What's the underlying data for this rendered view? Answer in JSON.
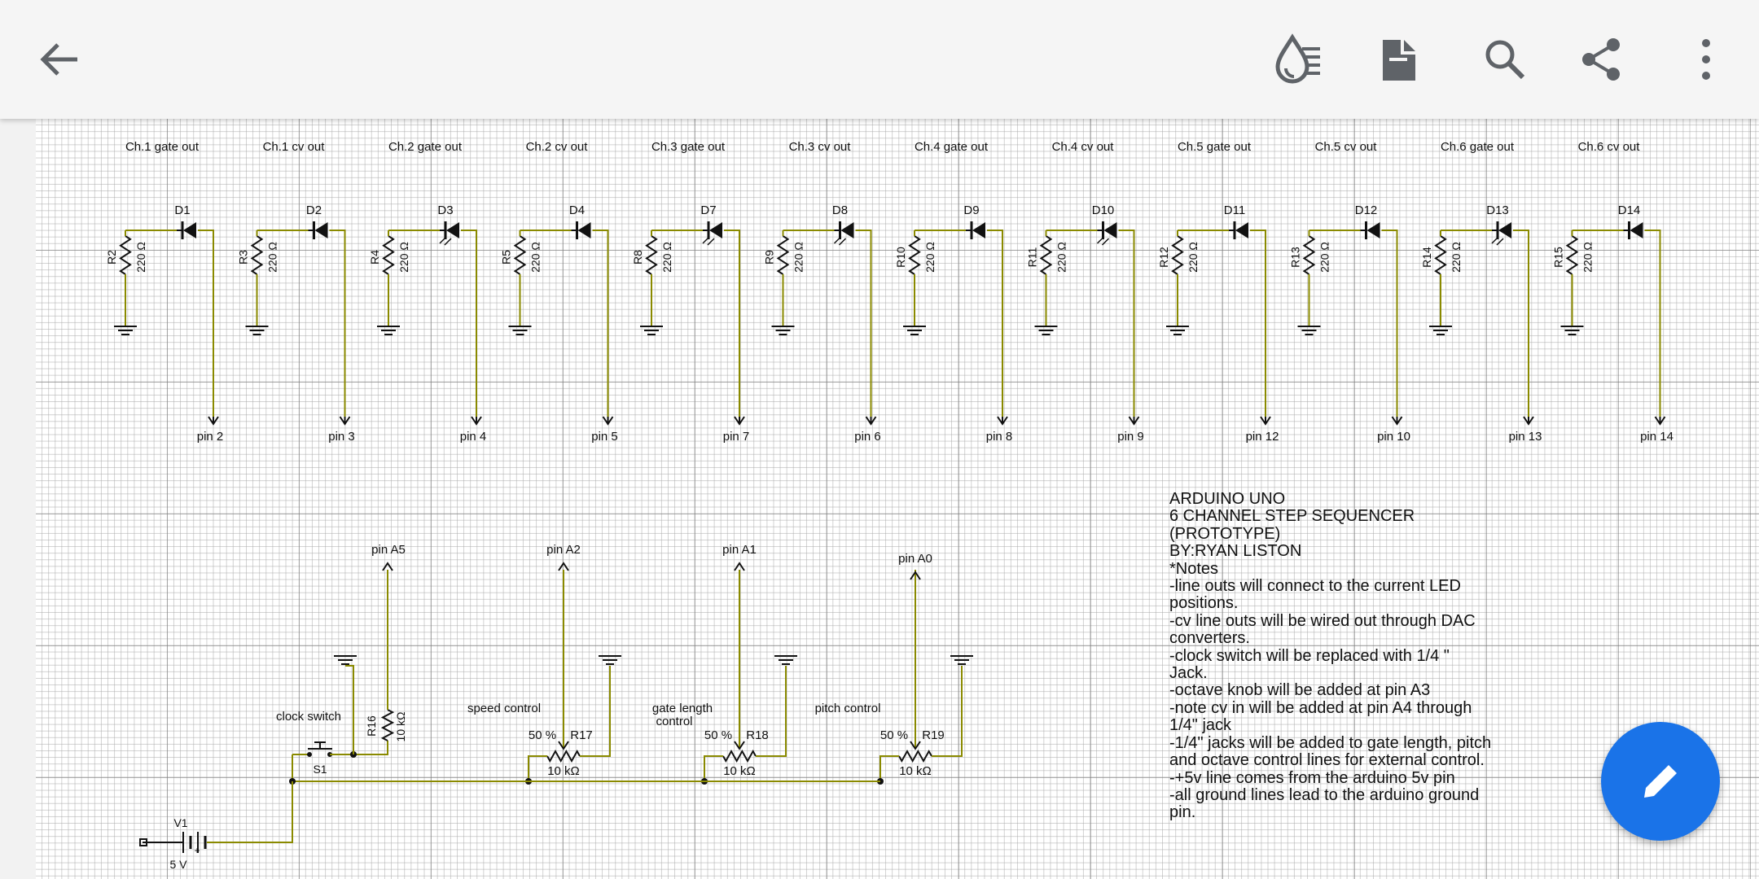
{
  "appbar": {
    "icons": [
      "back-arrow-icon",
      "drop-layers-icon",
      "document-fold-icon",
      "search-icon",
      "share-icon",
      "more-vert-icon"
    ]
  },
  "channels": [
    {
      "header": "Ch.1 gate out",
      "ref": "R2",
      "value": "220 Ω",
      "diode": "D1",
      "pin": "pin 2",
      "led": false
    },
    {
      "header": "Ch.1 cv out",
      "ref": "R3",
      "value": "220 Ω",
      "diode": "D2",
      "pin": "pin 3",
      "led": false
    },
    {
      "header": "Ch.2 gate out",
      "ref": "R4",
      "value": "220 Ω",
      "diode": "D3",
      "pin": "pin 4",
      "led": true
    },
    {
      "header": "Ch.2 cv out",
      "ref": "R5",
      "value": "220 Ω",
      "diode": "D4",
      "pin": "pin 5",
      "led": false
    },
    {
      "header": "Ch.3 gate out",
      "ref": "R8",
      "value": "220 Ω",
      "diode": "D7",
      "pin": "pin 7",
      "led": true
    },
    {
      "header": "Ch.3 cv out",
      "ref": "R9",
      "value": "220 Ω",
      "diode": "D8",
      "pin": "pin 6",
      "led": true
    },
    {
      "header": "Ch.4 gate out",
      "ref": "R10",
      "value": "220 Ω",
      "diode": "D9",
      "pin": "pin 8",
      "led": false
    },
    {
      "header": "Ch.4 cv out",
      "ref": "R11",
      "value": "220 Ω",
      "diode": "D10",
      "pin": "pin 9",
      "led": true
    },
    {
      "header": "Ch.5 gate out",
      "ref": "R12",
      "value": "220 Ω",
      "diode": "D11",
      "pin": "pin 12",
      "led": false
    },
    {
      "header": "Ch.5 cv out",
      "ref": "R13",
      "value": "220 Ω",
      "diode": "D12",
      "pin": "pin 10",
      "led": false
    },
    {
      "header": "Ch.6 gate out",
      "ref": "R14",
      "value": "220 Ω",
      "diode": "D13",
      "pin": "pin 13",
      "led": true
    },
    {
      "header": "Ch.6 cv out",
      "ref": "R15",
      "value": "220 Ω",
      "diode": "D14",
      "pin": "pin 14",
      "led": false
    }
  ],
  "controls": {
    "clock": {
      "label": "clock switch",
      "switch_ref": "S1",
      "resistor_ref": "R16",
      "resistor_value": "10 kΩ",
      "pin": "pin A5"
    },
    "pots": [
      {
        "label": "speed control",
        "ref": "R17",
        "value": "10 kΩ",
        "wiper": "50 %",
        "pin": "pin A2"
      },
      {
        "label": "gate length\ncontrol",
        "ref": "R18",
        "value": "10 kΩ",
        "wiper": "50 %",
        "pin": "pin A1"
      },
      {
        "label": "pitch control",
        "ref": "R19",
        "value": "10 kΩ",
        "wiper": "50 %",
        "pin": "pin A0"
      }
    ],
    "battery": {
      "ref": "V1",
      "value": "5 V"
    }
  },
  "notes": {
    "text": "ARDUINO UNO\n6 CHANNEL STEP SEQUENCER\n(PROTOTYPE)\nBY:RYAN LISTON\n*Notes\n-line outs will connect to the current LED\npositions.\n-cv line outs will be wired out through DAC\nconverters.\n-clock switch will be replaced with 1/4 \"\nJack.\n-octave knob will be added at pin A3\n-note cv in will be added at pin A4 through\n1/4\" jack\n-1/4\" jacks will be added to gate length, pitch\nand octave control lines for external control.\n-+5v line comes from the arduino 5v pin\n-all ground lines lead to the arduino ground\npin."
  },
  "colors": {
    "wire": "#8a8a00",
    "accent": "#1a73e8",
    "toolbar": "#f5f5f5"
  }
}
